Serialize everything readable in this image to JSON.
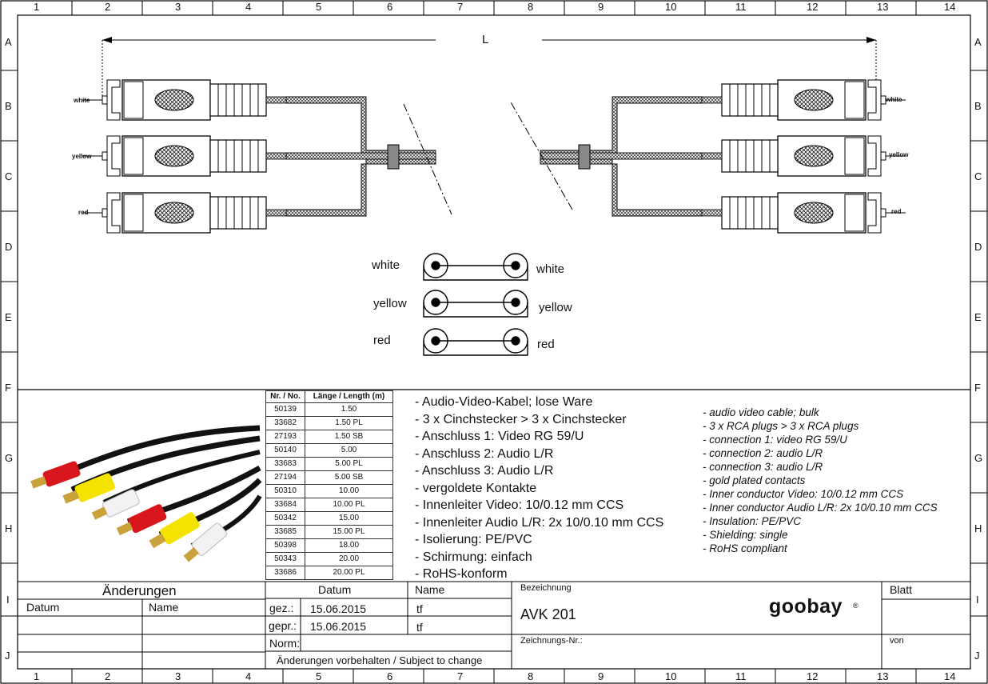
{
  "border": {
    "columns": [
      "1",
      "2",
      "3",
      "4",
      "5",
      "6",
      "7",
      "8",
      "9",
      "10",
      "11",
      "12",
      "13",
      "14"
    ],
    "rows": [
      "A",
      "B",
      "C",
      "D",
      "E",
      "F",
      "G",
      "H",
      "I",
      "J"
    ]
  },
  "drawing": {
    "length_label": "L",
    "left_plug_labels": [
      "white",
      "yellow",
      "red"
    ],
    "right_plug_labels": [
      "white",
      "yellow",
      "red"
    ],
    "schematic_left": [
      "white",
      "yellow",
      "red"
    ],
    "schematic_right": [
      "white",
      "yellow",
      "red"
    ]
  },
  "table": {
    "headers": [
      "Nr. / No.",
      "Länge / Length (m)"
    ],
    "rows": [
      [
        "50139",
        "1.50"
      ],
      [
        "33682",
        "1.50 PL"
      ],
      [
        "27193",
        "1.50 SB"
      ],
      [
        "50140",
        "5.00"
      ],
      [
        "33683",
        "5.00 PL"
      ],
      [
        "27194",
        "5.00 SB"
      ],
      [
        "50310",
        "10.00"
      ],
      [
        "33684",
        "10.00 PL"
      ],
      [
        "50342",
        "15.00"
      ],
      [
        "33685",
        "15.00 PL"
      ],
      [
        "50398",
        "18.00"
      ],
      [
        "50343",
        "20.00"
      ],
      [
        "33686",
        "20.00 PL"
      ]
    ]
  },
  "specs_de": [
    "- Audio-Video-Kabel; lose Ware",
    "- 3 x Cinchstecker > 3 x Cinchstecker",
    "- Anschluss 1: Video RG 59/U",
    "- Anschluss 2: Audio L/R",
    "- Anschluss 3: Audio L/R",
    "- vergoldete Kontakte",
    "- Innenleiter Video: 10/0.12 mm CCS",
    "- Innenleiter Audio L/R: 2x 10/0.10 mm CCS",
    "- Isolierung: PE/PVC",
    "- Schirmung: einfach",
    "- RoHS-konform"
  ],
  "specs_en": [
    "- audio video cable; bulk",
    "- 3 x RCA plugs  >  3 x RCA plugs",
    "- connection 1: video RG 59/U",
    "- connection 2: audio L/R",
    "- connection 3: audio L/R",
    "- gold plated contacts",
    "- Inner conductor Video: 10/0.12 mm CCS",
    "- Inner conductor Audio L/R: 2x 10/0.10 mm CCS",
    "- Insulation: PE/PVC",
    "- Shielding: single",
    " - RoHS compliant"
  ],
  "title_block": {
    "changes": "Änderungen",
    "datum_left": "Datum",
    "name_left": "Name",
    "datum": "Datum",
    "name": "Name",
    "gez_label": "gez.:",
    "gez_date": "15.06.2015",
    "gez_name": "tf",
    "gepr_label": "gepr.:",
    "gepr_date": "15.06.2015",
    "gepr_name": "tf",
    "norm_label": "Norm:",
    "notice": "Änderungen vorbehalten / Subject to change",
    "bezeichnung_label": "Bezeichnung",
    "bezeichnung": "AVK 201",
    "zeichnungs_label": "Zeichnungs-Nr.:",
    "logo": "goobay",
    "blatt_label": "Blatt",
    "von_label": "von"
  }
}
